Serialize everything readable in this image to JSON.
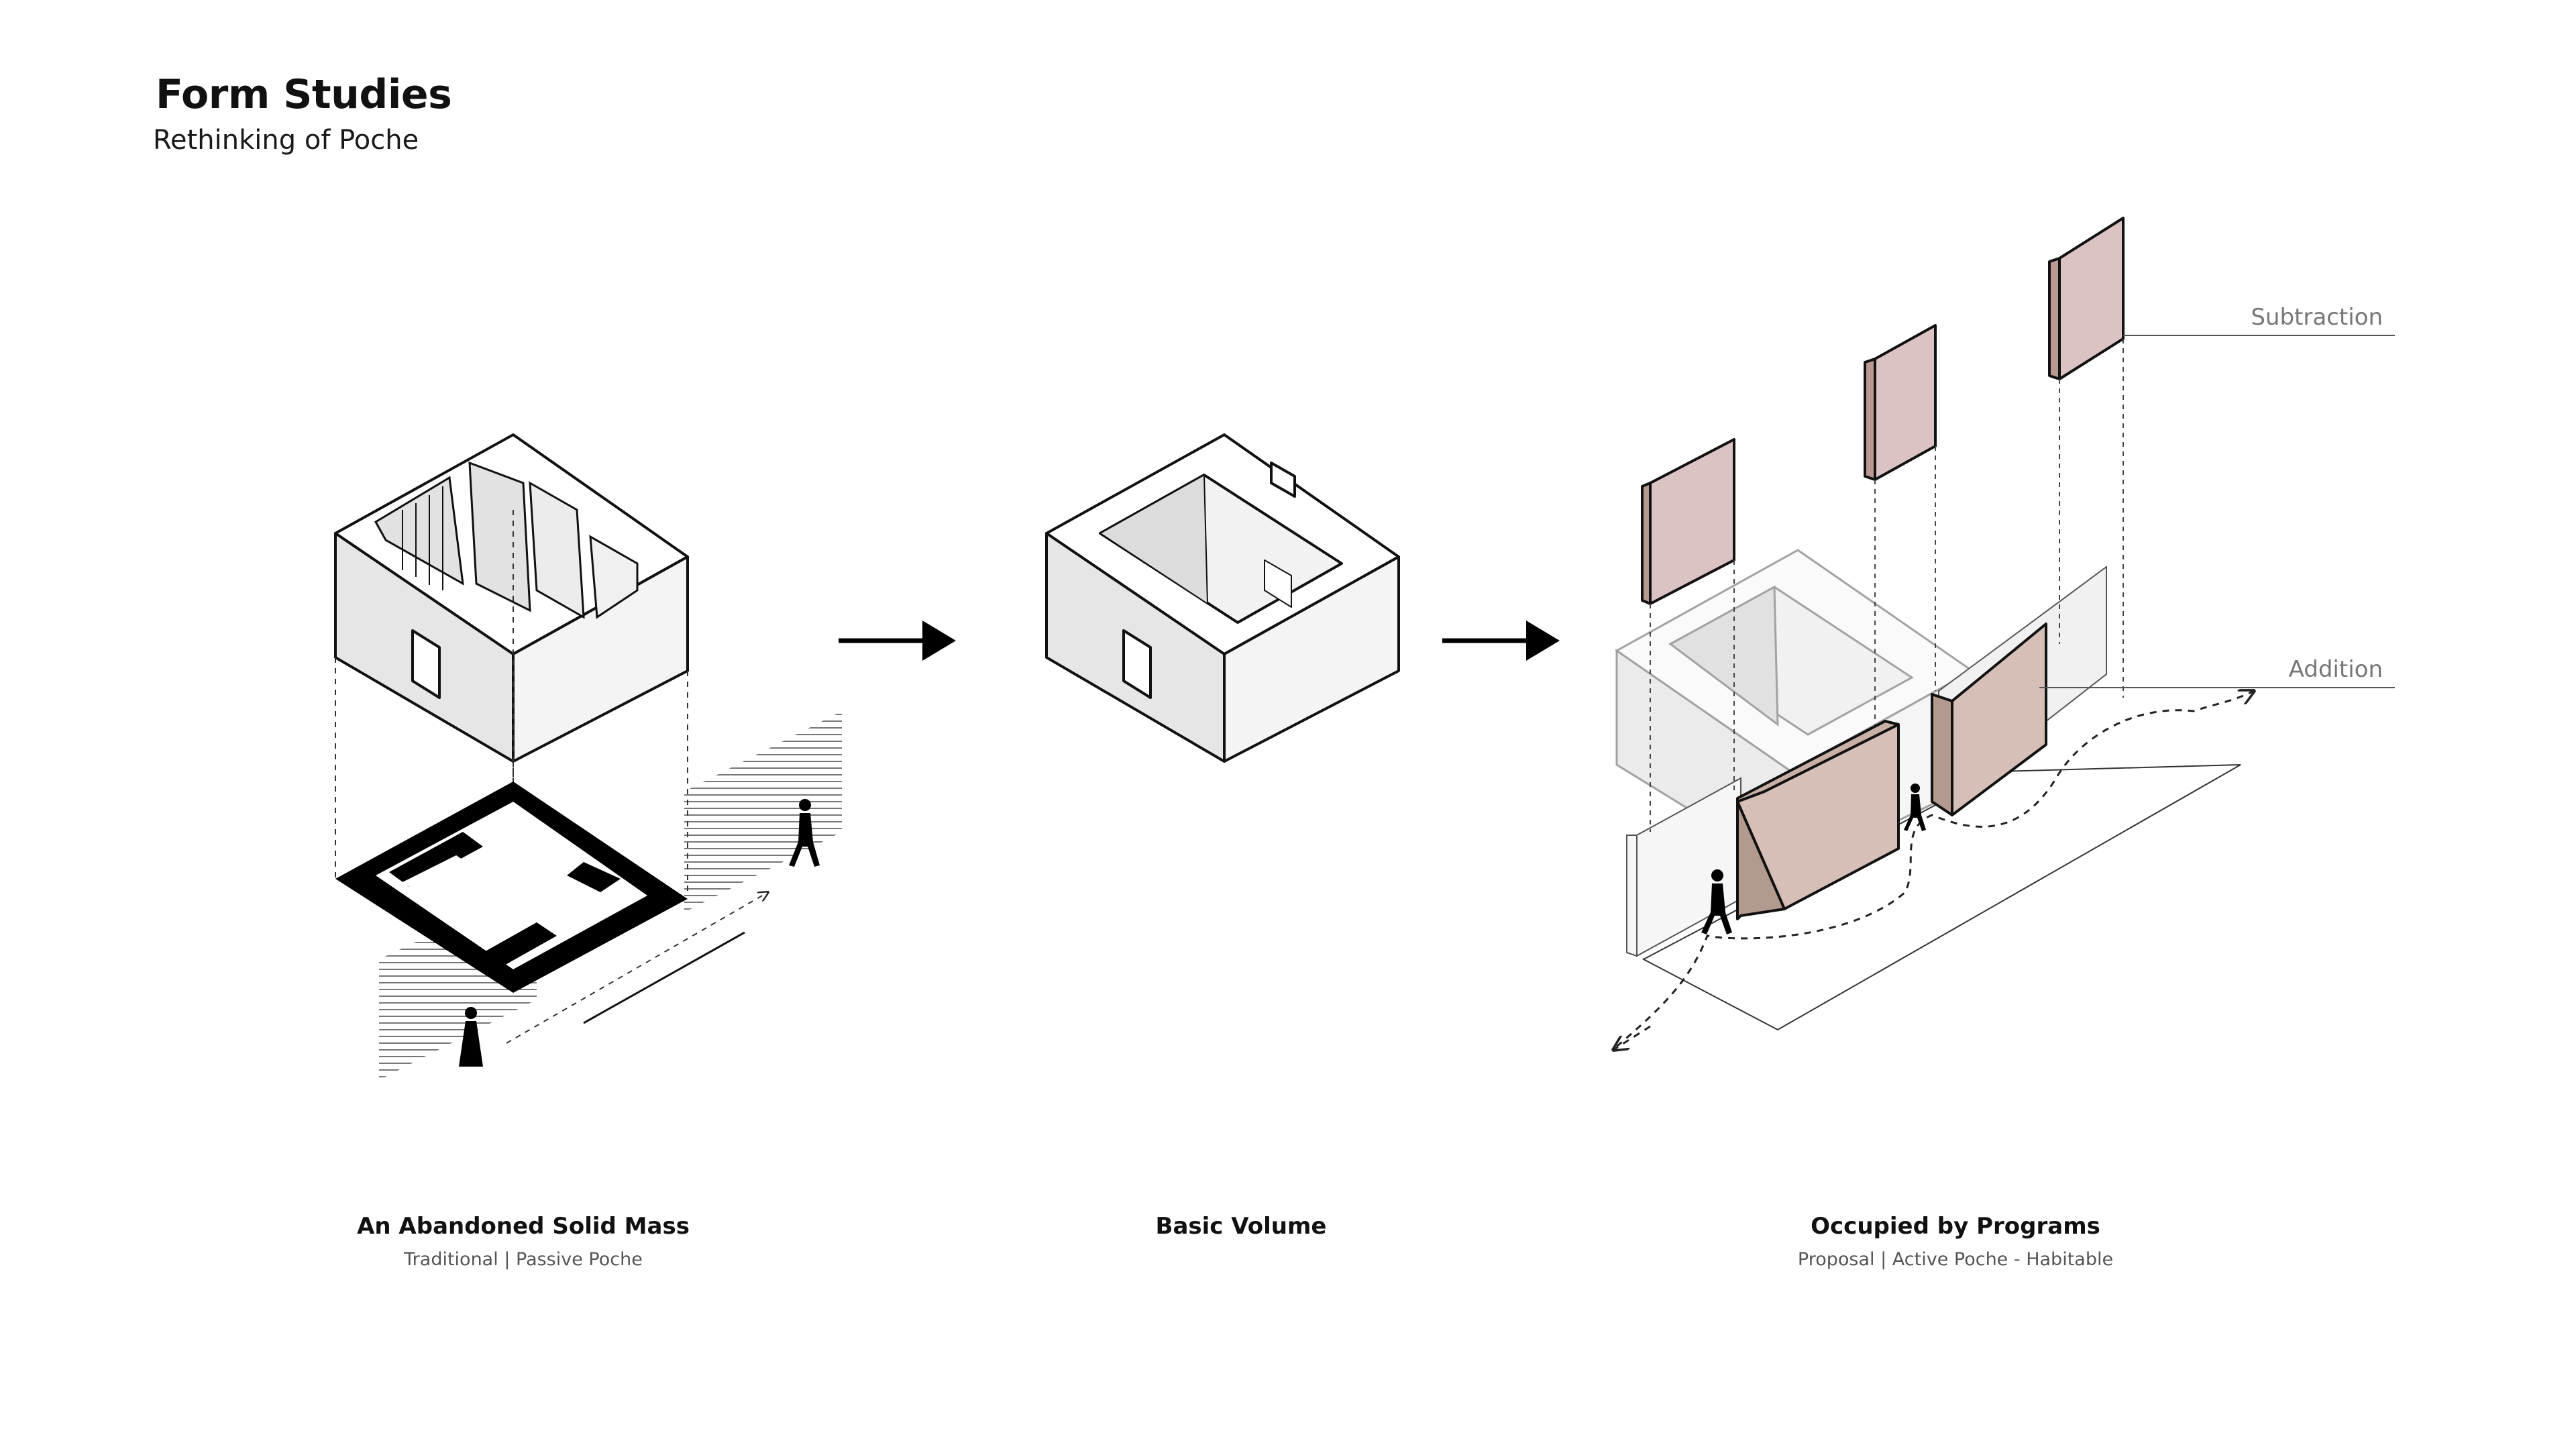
{
  "header": {
    "title": "Form Studies",
    "subtitle": "Rethinking of Poche"
  },
  "stages": [
    {
      "label": "An Abandoned Solid Mass",
      "sublabel": "Traditional | Passive Poche"
    },
    {
      "label": "Basic Volume",
      "sublabel": ""
    },
    {
      "label": "Occupied by Programs",
      "sublabel": "Proposal | Active Poche - Habitable"
    }
  ],
  "callouts": {
    "subtraction": "Subtraction",
    "addition": "Addition"
  },
  "colors": {
    "background": "#ffffff",
    "mass_top": "#ffffff",
    "mass_left": "#e9e9e9",
    "mass_right": "#f6f6f6",
    "pink_front": "#dcc3c3",
    "pink_side": "#b99a92",
    "addition_front": "#d6bfb6",
    "addition_side": "#b39a8e",
    "stroke": "#111111",
    "arrow": "#000000"
  },
  "icons": [
    "arrow-right-icon",
    "person-icon",
    "dashed-path-arrow-icon"
  ]
}
